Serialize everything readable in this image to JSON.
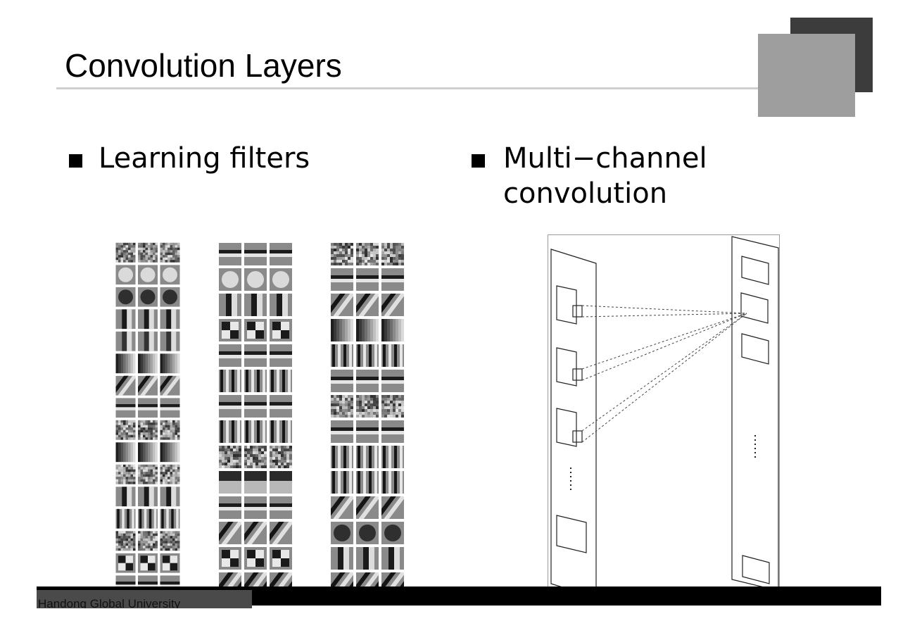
{
  "slide": {
    "title": "Convolution Layers",
    "footer": "Handong Global University"
  },
  "bullets": [
    {
      "text": "Learning filters"
    },
    {
      "text": "Multi−channel convolution"
    }
  ],
  "filter_columns": [
    {
      "patterns": [
        "noise",
        "blob",
        "dark_blob",
        "edge_v",
        "edge_v_dark",
        "gradient",
        "edge_diag",
        "stripes_h",
        "noise",
        "gradient",
        "noise",
        "edge_v",
        "grating_v",
        "noise",
        "checker",
        "stripes_h"
      ]
    },
    {
      "patterns": [
        "stripes_h",
        "blob",
        "edge_v",
        "checker",
        "stripes_h",
        "grating_v",
        "stripes_h",
        "grating_v",
        "noise",
        "band_h",
        "stripes_h",
        "edge_diag",
        "checker",
        "grating_diag"
      ]
    },
    {
      "patterns": [
        "noise",
        "stripes_h",
        "edge_diag",
        "gradient",
        "grating_v",
        "stripes_h",
        "noise",
        "stripes_h",
        "grating_v",
        "grating_v",
        "edge_diag",
        "dark_blob",
        "edge_v",
        "grating_diag"
      ]
    }
  ],
  "colors": {
    "deco_dark": "#3c3c3c",
    "deco_light": "#9e9e9e",
    "footer_bar": "#000000",
    "footer_tab": "#4a4a4a"
  }
}
